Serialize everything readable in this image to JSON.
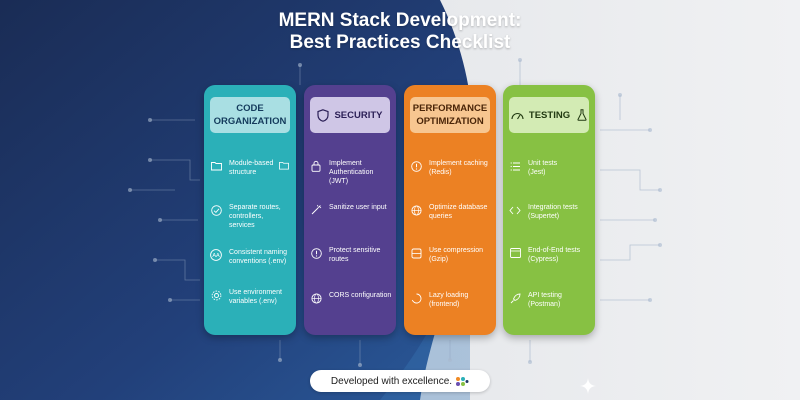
{
  "title": {
    "line1": "MERN Stack Development:",
    "line2": "Best Practices Checklist"
  },
  "colors": {
    "navy": "#1f3563",
    "teal": "#2bb0b8",
    "purple": "#54408f",
    "orange": "#ec8123",
    "green": "#87c143"
  },
  "cards": [
    {
      "heading": "CODE\nORGANIZATION",
      "icon": "none",
      "items": [
        {
          "icon": "folder-icon",
          "text": "Module-based\nstructure"
        },
        {
          "icon": "check-circle-icon",
          "text": "Separate routes,\ncontrollers,\nservices"
        },
        {
          "icon": "text-aa-icon",
          "text": "Consistent naming\nconventions   (.env)"
        },
        {
          "icon": "gear-icon",
          "text": "Use environment\nvariables (.env)"
        }
      ]
    },
    {
      "heading": "SECURITY",
      "icon": "shield-icon",
      "items": [
        {
          "icon": "lock-icon",
          "text": "Implement Authentication\n(JWT)"
        },
        {
          "icon": "sanitize-icon",
          "text": "Sanitize user input"
        },
        {
          "icon": "alert-circle-icon",
          "text": "Protect sensitive\nroutes"
        },
        {
          "icon": "globe-icon",
          "text": "CORS configuration"
        }
      ]
    },
    {
      "heading": "PERFORMANCE\nOPTIMIZATION",
      "icon": "none",
      "items": [
        {
          "icon": "alert-circle-icon",
          "text": "Implement caching\n(Redis)"
        },
        {
          "icon": "globe-icon",
          "text": "Optimize database\nqueries"
        },
        {
          "icon": "compress-icon",
          "text": "Use compression\n(Gzip)"
        },
        {
          "icon": "spinner-icon",
          "text": "Lazy loading\n(frontend)"
        }
      ]
    },
    {
      "heading": "TESTING",
      "icon": "gauge-icon",
      "icon_right": "flask-icon",
      "items": [
        {
          "icon": "list-icon",
          "text": "Unit tests\n(Jest)"
        },
        {
          "icon": "code-icon",
          "text": "Integration tests\n(Supertet)"
        },
        {
          "icon": "window-icon",
          "text": "End-of-End tests\n(Cypress)"
        },
        {
          "icon": "rocket-icon",
          "text": "API testing\n(Postman)"
        }
      ]
    }
  ],
  "footer": {
    "label": "Developed with excellence."
  }
}
